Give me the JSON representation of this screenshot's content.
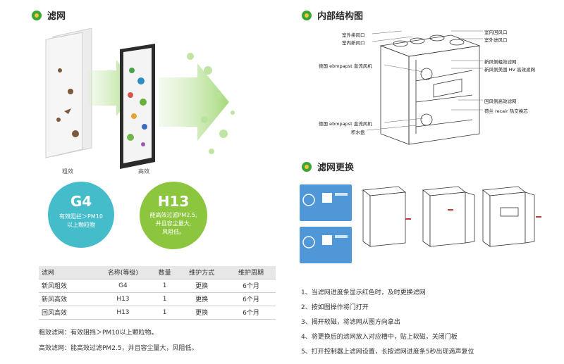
{
  "filter_section": {
    "title": "滤网",
    "coarse_caption": "粗效",
    "hepa_caption": "高效",
    "g4": {
      "grade": "G4",
      "desc_line1": "有效阻拦＞PM10",
      "desc_line2": "以上颗粒物"
    },
    "h13": {
      "grade": "H13",
      "desc_line1": "能高效过滤PM2.5,",
      "desc_line2": "并且容尘量大,",
      "desc_line3": "风阻低。"
    }
  },
  "spec_table": {
    "headers": [
      "滤网",
      "名称(等级)",
      "数量",
      "维护方式",
      "维护周期"
    ],
    "rows": [
      [
        "新风粗效",
        "G4",
        "1",
        "更换",
        "6个月"
      ],
      [
        "新风高效",
        "H13",
        "1",
        "更换",
        "6个月"
      ],
      [
        "回风高效",
        "H13",
        "1",
        "更换",
        "6个月"
      ]
    ]
  },
  "notes": {
    "coarse": "粗效滤网：有效阻挡＞PM10以上颗粒物。",
    "hepa": "高效滤网：能高效过滤PM2.5，并且容尘量大，风阻低。"
  },
  "structure_section": {
    "title": "内部结构图",
    "left_labels": [
      "室外排风口",
      "室内新风口",
      "德国 ebmpapst 直流风机",
      "德国 ebmpapst 直流风机",
      "积水盘"
    ],
    "right_labels": [
      "室内回风口",
      "室外进风口",
      "新风侧粗效滤网",
      "新风侧美国 HV 高效滤网",
      "回风侧高效滤网",
      "荷兰 recair 热交换芯"
    ]
  },
  "replace_section": {
    "title": "滤网更换",
    "steps": [
      "1、当滤网进度条显示红色时，及时更换滤网",
      "2、按如图操作将门打开",
      "3、揭开软磁，将滤网从图方向拿出",
      "4、将更换后的滤网放入对应槽中，贴上软磁，关闭门板",
      "5、打开控制器上滤网设置，长按滤网进度条5秒出现滴声复位"
    ]
  },
  "colors": {
    "green": "#3ba635",
    "yellow": "#f3c53a",
    "teal": "#45bcc9",
    "lime": "#8cc63f"
  }
}
